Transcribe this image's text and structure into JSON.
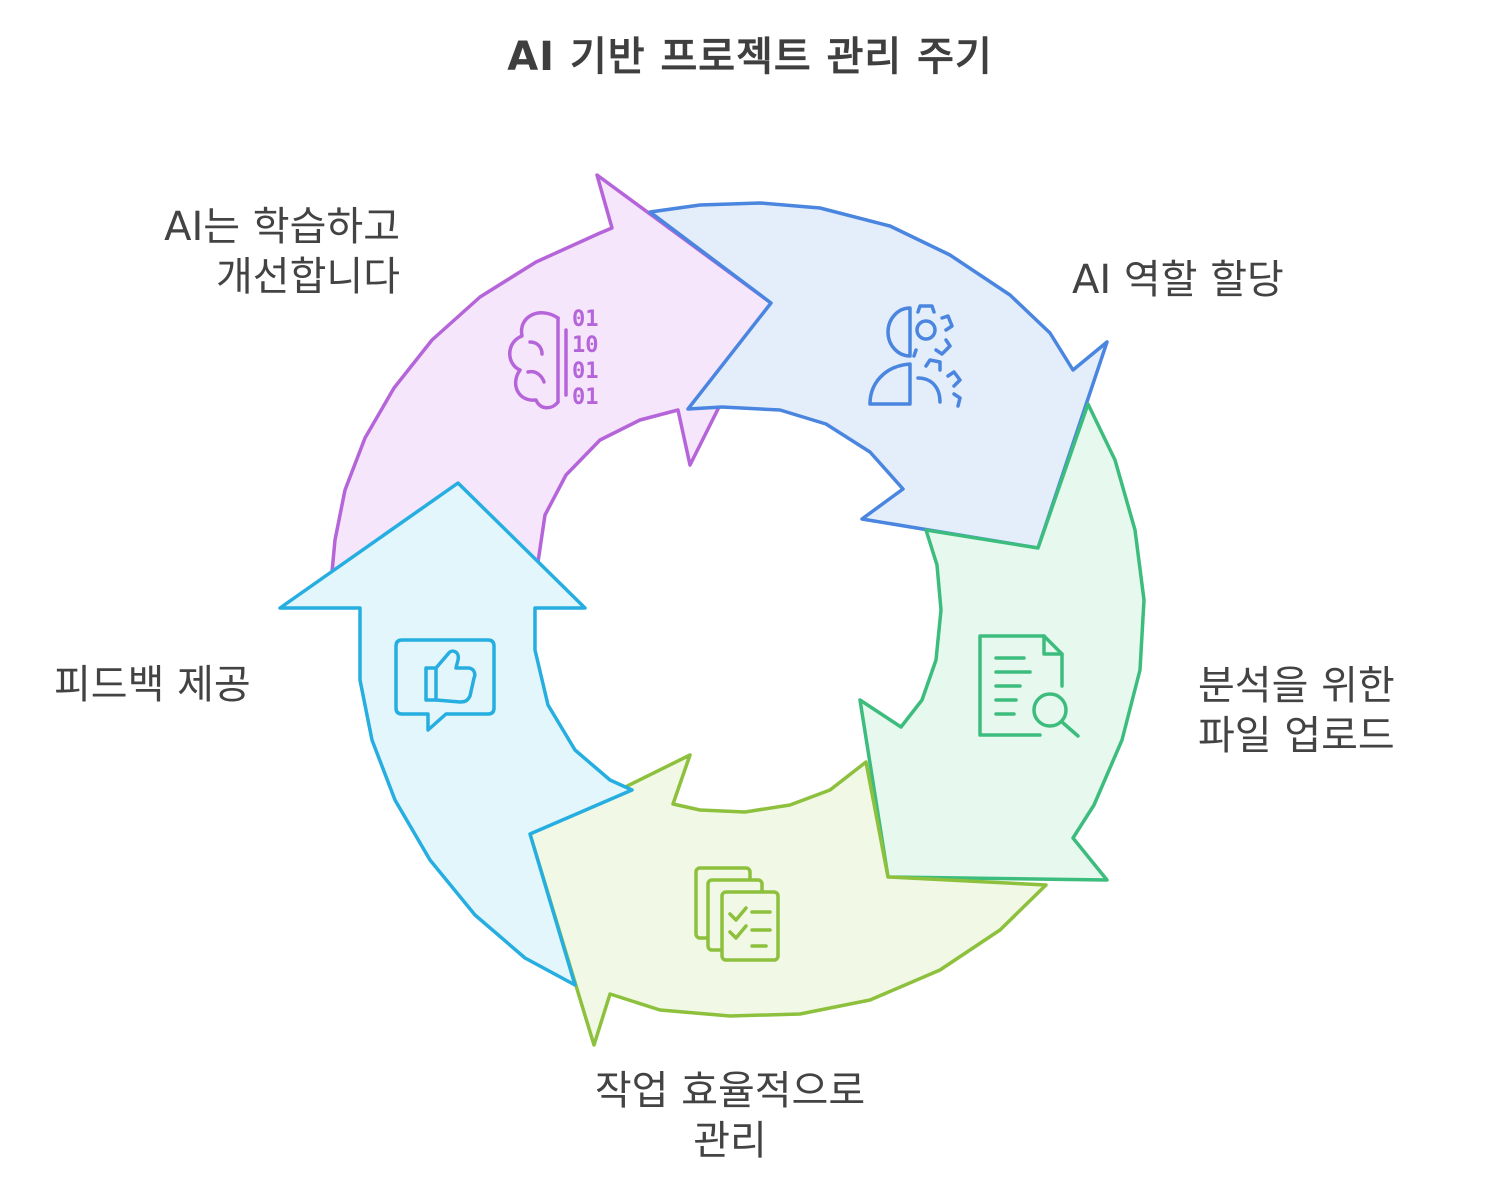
{
  "title": "AI 기반 프로젝트 관리 주기",
  "stages": [
    {
      "id": "learn",
      "lines": [
        "AI는 학습하고",
        "개선합니다"
      ],
      "icon": "brain-binary-icon",
      "stroke": "#b565d9",
      "fill": "#f6e6fb"
    },
    {
      "id": "assign",
      "lines": [
        "AI 역할 할당"
      ],
      "icon": "person-gear-icon",
      "stroke": "#4a85e0",
      "fill": "#e4eefb"
    },
    {
      "id": "upload",
      "lines": [
        "분석을 위한",
        "파일 업로드"
      ],
      "icon": "document-search-icon",
      "stroke": "#3dbd7d",
      "fill": "#e7f8ee"
    },
    {
      "id": "manage",
      "lines": [
        "작업 효율적으로",
        "관리"
      ],
      "icon": "task-checklist-icon",
      "stroke": "#8dc03c",
      "fill": "#f1f8e6"
    },
    {
      "id": "feedback",
      "lines": [
        "피드백 제공"
      ],
      "icon": "thumbs-up-feedback-icon",
      "stroke": "#26aee0",
      "fill": "#e3f6fc"
    }
  ],
  "icon_texts": {
    "binary": [
      "01",
      "10",
      "01",
      "01"
    ]
  }
}
